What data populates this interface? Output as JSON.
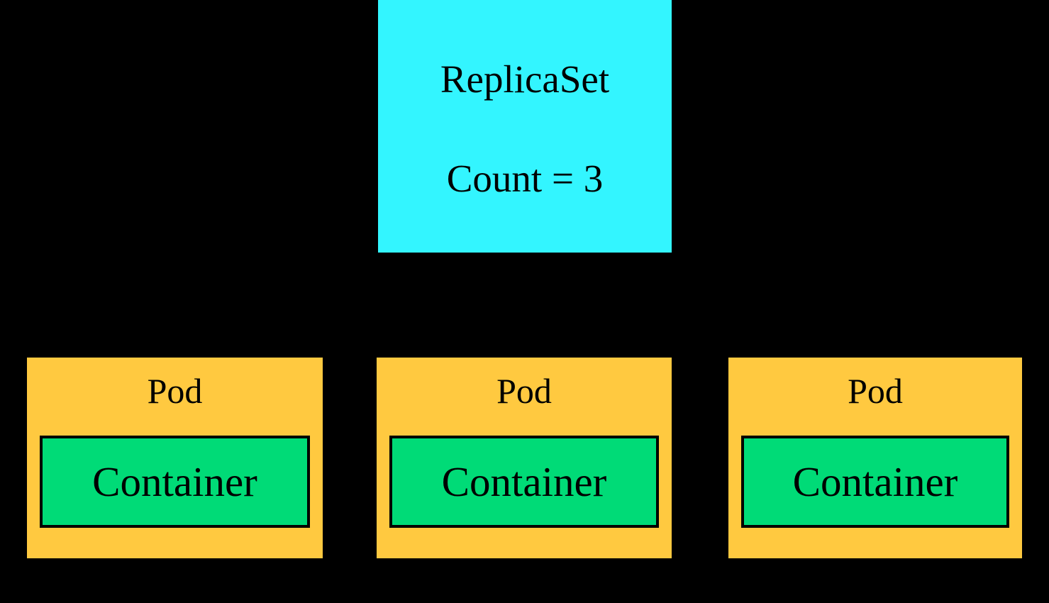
{
  "diagram": {
    "background_color": "#000000",
    "type": "kubernetes-replicaset-topology",
    "replicaset": {
      "title": "ReplicaSet",
      "count_label": "Count = 3",
      "fill_color": "#33f5ff",
      "text_color": "#000000"
    },
    "pods": [
      {
        "label": "Pod",
        "fill_color": "#ffc940",
        "container": {
          "label": "Container",
          "fill_color": "#00db77",
          "border_color": "#000000"
        }
      },
      {
        "label": "Pod",
        "fill_color": "#ffc940",
        "container": {
          "label": "Container",
          "fill_color": "#00db77",
          "border_color": "#000000"
        }
      },
      {
        "label": "Pod",
        "fill_color": "#ffc940",
        "container": {
          "label": "Container",
          "fill_color": "#00db77",
          "border_color": "#000000"
        }
      }
    ]
  }
}
